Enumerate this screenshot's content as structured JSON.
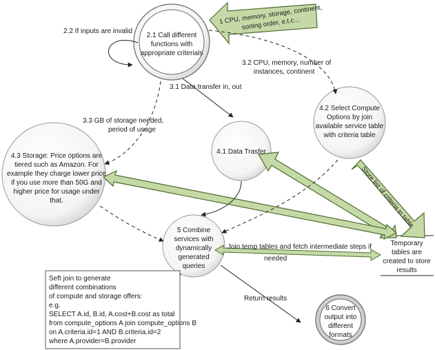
{
  "diagram": {
    "nodes": {
      "n21": {
        "lines": [
          "2.1 Call different",
          "functions with",
          "appropriate criterials"
        ]
      },
      "n41": {
        "lines": [
          "4.1 Data Trasfer"
        ]
      },
      "n42": {
        "lines": [
          "4.2 Select Compute",
          "Options by join",
          "available service table",
          "with criteria table"
        ]
      },
      "n43": {
        "lines": [
          "4.3 Storage: Price options are",
          "tiered such as Amazon. For",
          "example they charge lower price",
          "if you use more than 50G and",
          "higher price for usage under",
          "that."
        ]
      },
      "n5": {
        "lines": [
          "5 Combine",
          "services with",
          "dynamically",
          "generated",
          "queries"
        ]
      },
      "n6": {
        "lines": [
          "6 Convert",
          "output into",
          "different",
          "formats"
        ]
      },
      "store": {
        "lines": [
          "Temporary",
          "tables are",
          "created to store",
          "results"
        ]
      }
    },
    "labels": {
      "l22": "2.2 If inputs are invalid",
      "l31": "3.1 Data transfer in, out",
      "l32a": "3.2 CPU, memory, number of",
      "l32b": "instances, continent",
      "l33a": "3.3 GB of storage needed,",
      "l33b": "period of usage",
      "ljoin_a": "Join temp tables and fetch intermediate steps if",
      "ljoin_b": "needed",
      "lreturn": "Return results",
      "input_a": "1 CPU, memory, storage, continent,",
      "input_b": "sorting order, e.t.c...",
      "store_list": "Store list of criteria in table"
    },
    "note": {
      "lines": [
        "Seft join to generate",
        "different combinations",
        "of compute and storage offers:",
        "e.g.",
        "SELECT A.id, B.id, A.cost+B.cost as total",
        "from compute_options A join compute_options B",
        "on A.criteria.id=1 AND B.criteria.id=2",
        "where A.provider=B.provider"
      ]
    }
  },
  "colors": {
    "arrow_fill": "#c5d9a7",
    "arrow_stroke": "#4b6b2c",
    "line": "#222222",
    "node_stroke": "#666666"
  }
}
